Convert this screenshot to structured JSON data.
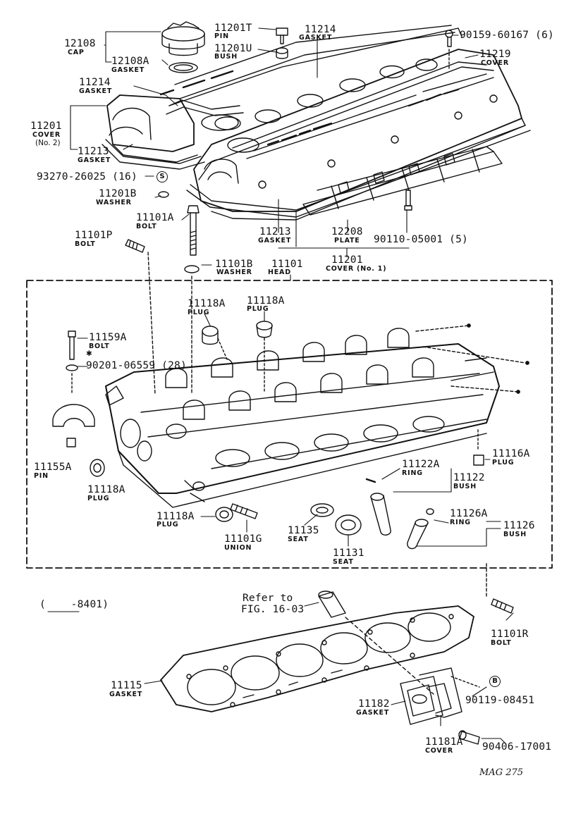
{
  "diagram": {
    "stamp": "MAG 275",
    "date_range": "(    -8401)",
    "reference_note": {
      "line1": "Refer to",
      "line2": "FIG. 16-03"
    }
  },
  "parts": [
    {
      "id": "p12108",
      "number": "12108",
      "name": "CAP"
    },
    {
      "id": "p12108a",
      "number": "12108A",
      "name": "GASKET"
    },
    {
      "id": "p11201t",
      "number": "11201T",
      "name": "PIN"
    },
    {
      "id": "p11201u",
      "number": "11201U",
      "name": "BUSH"
    },
    {
      "id": "p11214a",
      "number": "11214",
      "name": "GASKET"
    },
    {
      "id": "p90159",
      "number": "90159-60167 (6)",
      "name": ""
    },
    {
      "id": "p11219",
      "number": "11219",
      "name": "COVER"
    },
    {
      "id": "p11214b",
      "number": "11214",
      "name": "GASKET"
    },
    {
      "id": "p11201b",
      "number": "11201",
      "name": "COVER",
      "qualifier": "(No. 2)"
    },
    {
      "id": "p11213a",
      "number": "11213",
      "name": "GASKET"
    },
    {
      "id": "p93270",
      "number": "93270-26025 (16)",
      "name": "",
      "marker": "S"
    },
    {
      "id": "p11201bw",
      "number": "11201B",
      "name": "WASHER"
    },
    {
      "id": "p11101a",
      "number": "11101A",
      "name": "BOLT"
    },
    {
      "id": "p11101p",
      "number": "11101P",
      "name": "BOLT"
    },
    {
      "id": "p11101b",
      "number": "11101B",
      "name": "WASHER"
    },
    {
      "id": "p11213b",
      "number": "11213",
      "name": "GASKET"
    },
    {
      "id": "p12208",
      "number": "12208",
      "name": "PLATE"
    },
    {
      "id": "p90110",
      "number": "90110-05001 (5)",
      "name": ""
    },
    {
      "id": "p11201c",
      "number": "11201",
      "name": "COVER (No. 1)"
    },
    {
      "id": "p11101",
      "number": "11101",
      "name": "HEAD"
    },
    {
      "id": "p11118a1",
      "number": "11118A",
      "name": "PLUG"
    },
    {
      "id": "p11118a2",
      "number": "11118A",
      "name": "PLUG"
    },
    {
      "id": "p11159a",
      "number": "11159A",
      "name": "BOLT"
    },
    {
      "id": "p90201",
      "number": "90201-06559 (28)",
      "name": "",
      "marker": "✱"
    },
    {
      "id": "p11155a",
      "number": "11155A",
      "name": "PIN"
    },
    {
      "id": "p11118a3",
      "number": "11118A",
      "name": "PLUG"
    },
    {
      "id": "p11118a4",
      "number": "11118A",
      "name": "PLUG"
    },
    {
      "id": "p11101g",
      "number": "11101G",
      "name": "UNION"
    },
    {
      "id": "p11135",
      "number": "11135",
      "name": "SEAT"
    },
    {
      "id": "p11131",
      "number": "11131",
      "name": "SEAT"
    },
    {
      "id": "p11122a",
      "number": "11122A",
      "name": "RING"
    },
    {
      "id": "p11122",
      "number": "11122",
      "name": "BUSH"
    },
    {
      "id": "p11126a",
      "number": "11126A",
      "name": "RING"
    },
    {
      "id": "p11126",
      "number": "11126",
      "name": "BUSH"
    },
    {
      "id": "p11116a",
      "number": "11116A",
      "name": "PLUG"
    },
    {
      "id": "p11101r",
      "number": "11101R",
      "name": "BOLT"
    },
    {
      "id": "p11115",
      "number": "11115",
      "name": "GASKET"
    },
    {
      "id": "p11182",
      "number": "11182",
      "name": "GASKET"
    },
    {
      "id": "p90119",
      "number": "90119-08451",
      "name": "",
      "marker": "B"
    },
    {
      "id": "p11181a",
      "number": "11181A",
      "name": "COVER"
    },
    {
      "id": "p90406",
      "number": "90406-17001",
      "name": ""
    }
  ]
}
